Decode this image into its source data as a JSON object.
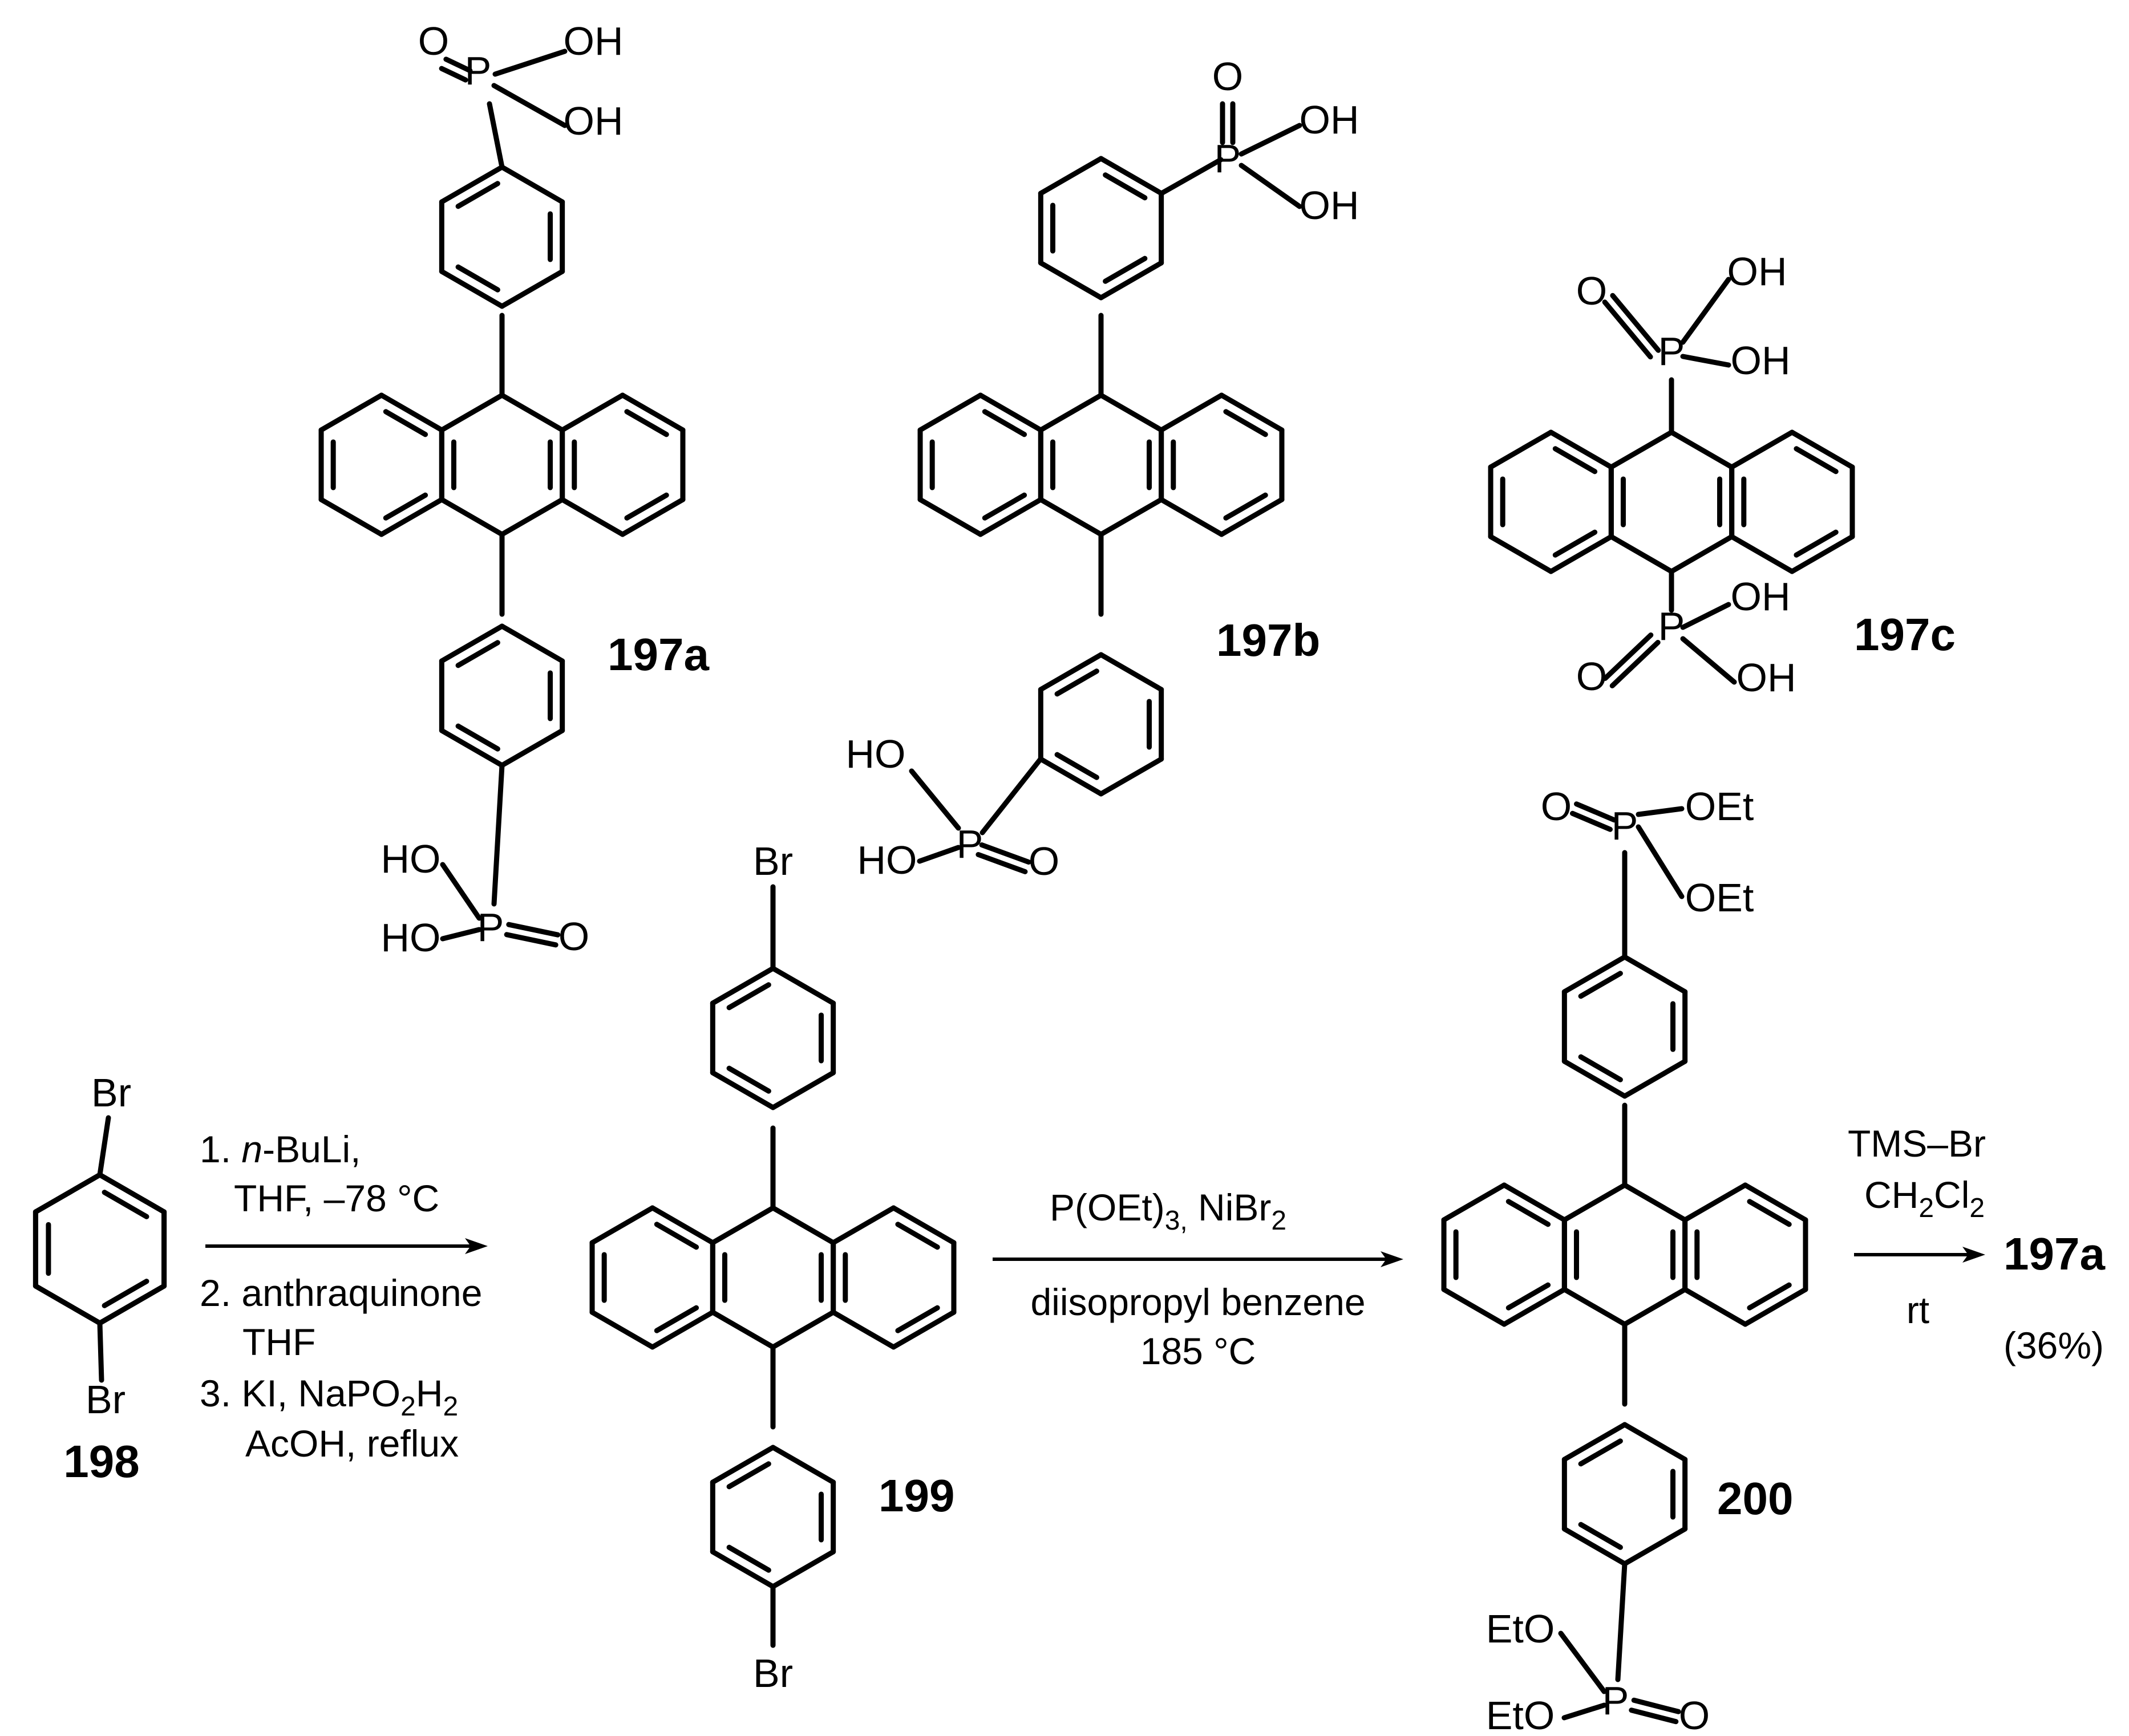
{
  "compounds": {
    "c197a": "197a",
    "c197b": "197b",
    "c197c": "197c",
    "c198": "198",
    "c199": "199",
    "c200": "200",
    "product": "197a"
  },
  "atoms": {
    "P": "P",
    "O": "O",
    "OH": "OH",
    "HO": "HO",
    "Br": "Br",
    "OEt": "OEt",
    "EtO": "EtO"
  },
  "step1": {
    "l1_num": "1. ",
    "l1_italic": "n",
    "l1_rest": "-BuLi,",
    "l2": "THF, –78 °C",
    "l3": "2. anthraquinone",
    "l4": "THF",
    "l5_a": "3. KI, NaPO",
    "l5_s1": "2",
    "l5_b": "H",
    "l5_s2": "2",
    "l6": "AcOH, reflux"
  },
  "step2": {
    "above_a": "P(OEt)",
    "above_s1": "3,",
    "above_b": " NiBr",
    "above_s2": "2",
    "below1": "diisopropyl benzene",
    "below2": "185 °C"
  },
  "step3": {
    "above1": "TMS–Br",
    "above2_a": "CH",
    "above2_s1": "2",
    "above2_b": "Cl",
    "above2_s2": "2",
    "below": "rt",
    "yield": "(36%)"
  }
}
